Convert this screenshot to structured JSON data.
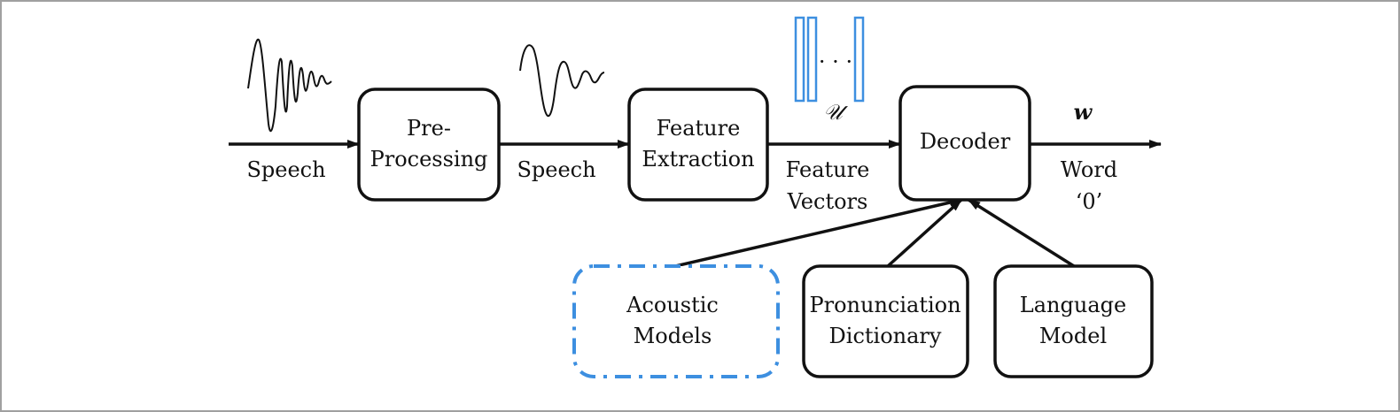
{
  "diagram": {
    "blocks": {
      "preprocessing": [
        "Pre-",
        "Processing"
      ],
      "feature_extraction": [
        "Feature",
        "Extraction"
      ],
      "decoder": [
        "Decoder"
      ],
      "acoustic_models": [
        "Acoustic",
        "Models"
      ],
      "pronunciation_dictionary": [
        "Pronunciation",
        "Dictionary"
      ],
      "language_model": [
        "Language",
        "Model"
      ]
    },
    "edge_labels": {
      "speech_in": "Speech",
      "speech_mid": "Speech",
      "feature_vectors": [
        "Feature",
        "Vectors"
      ],
      "word": [
        "Word",
        "‘0’"
      ]
    },
    "math": {
      "feature_symbol": "𝒰",
      "feature_dots": "· · ·",
      "word_symbol": "w"
    },
    "colors": {
      "stroke": "#111111",
      "accent_blue": "#3d8fe0"
    }
  }
}
